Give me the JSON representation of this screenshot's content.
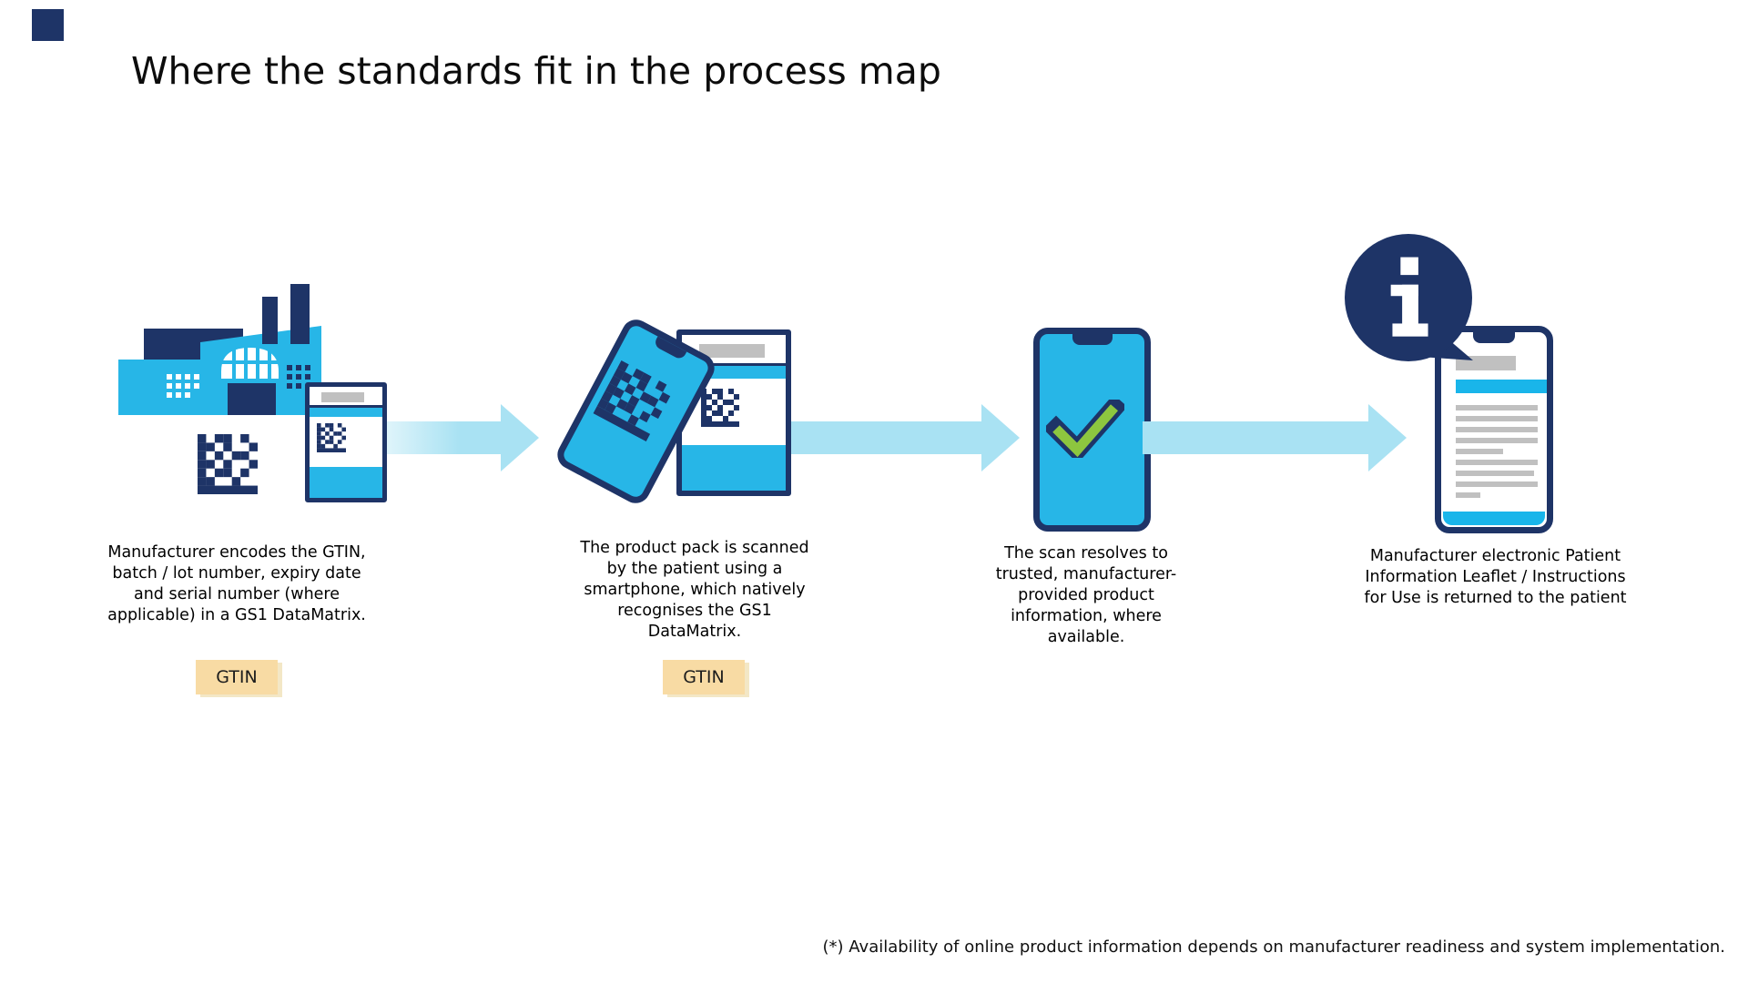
{
  "slide": {
    "title": "Where the standards fit in the process map",
    "footnote": "(*) Availability of online product information depends on manufacturer readiness and system implementation."
  },
  "colors": {
    "navy": "#1e3467",
    "cyan": "#27b6e7",
    "arrow": "#a9e2f3",
    "arrow_fade": "#ddf2fa",
    "green": "#8dc63f",
    "badge_bg": "#f8dba4",
    "badge_shadow": "#f3e7c6",
    "gray": "#c0c0c0",
    "text": "#000000"
  },
  "icons": [
    "factory-icon",
    "datamatrix-icon",
    "medicine-pack-icon",
    "smartphone-scan-icon",
    "phone-checkmark-icon",
    "info-bubble-icon",
    "phone-leaflet-icon",
    "process-arrow-icon"
  ],
  "steps": [
    {
      "id": 1,
      "caption": "Manufacturer encodes the GTIN,\nbatch / lot number, expiry date\nand serial number (where\napplicable) in a GS1 DataMatrix.",
      "badge": "GTIN"
    },
    {
      "id": 2,
      "caption": "The product pack is scanned\nby the patient using a\nsmartphone, which natively\nrecognises the GS1\nDataMatrix.",
      "badge": "GTIN"
    },
    {
      "id": 3,
      "caption": "The scan resolves to\ntrusted, manufacturer-\nprovided product\ninformation, where\navailable."
    },
    {
      "id": 4,
      "caption": "Manufacturer electronic Patient\nInformation Leaflet / Instructions\nfor Use is returned to the patient"
    }
  ]
}
